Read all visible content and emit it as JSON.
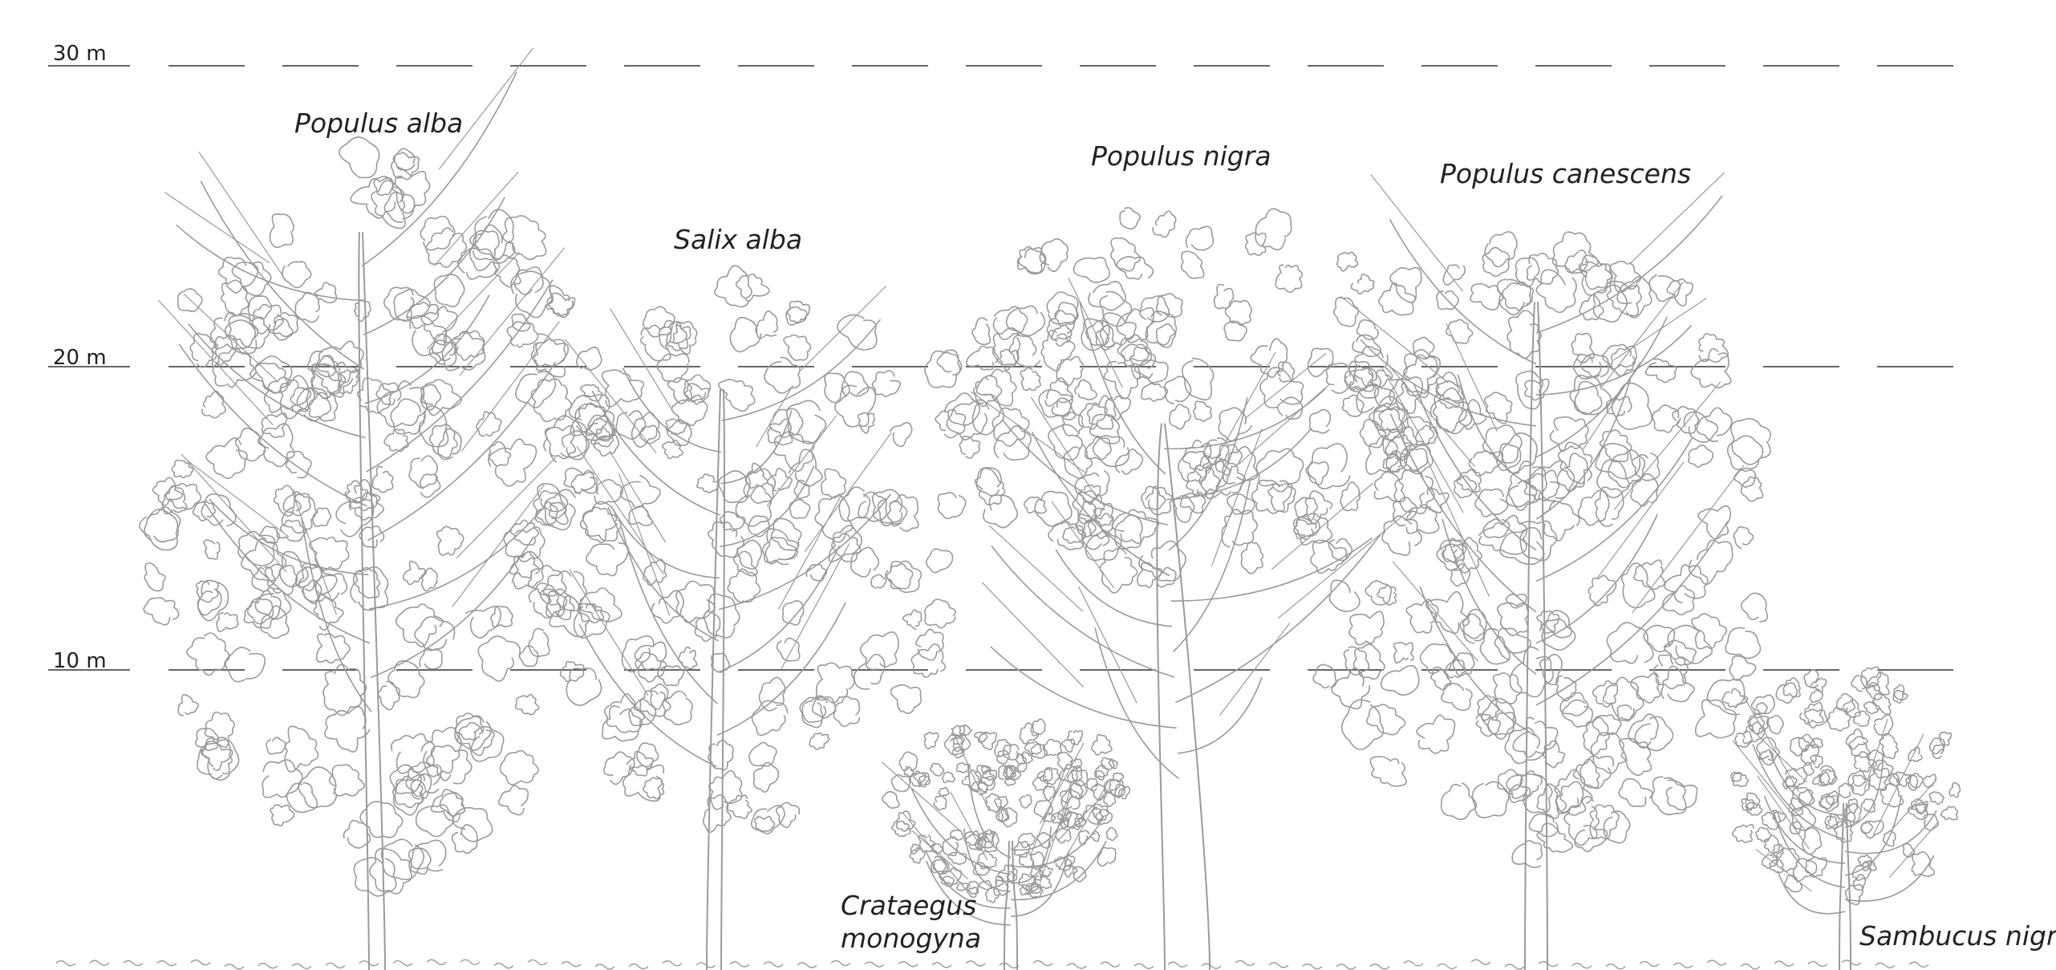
{
  "scale": {
    "unit_labels": [
      "30 m",
      "20 m",
      "10 m"
    ],
    "heights_m": [
      30,
      20,
      10
    ]
  },
  "trees": [
    {
      "name": "Populus alba",
      "height_m": 27
    },
    {
      "name": "Salix alba",
      "height_m": 22.5
    },
    {
      "name": "Populus nigra",
      "height_m": 25
    },
    {
      "name": "Populus canescens",
      "height_m": 25
    },
    {
      "name": "Crataegus monogyna",
      "lines": [
        "Crataegus",
        "monogyna"
      ],
      "height_m": 8.5
    },
    {
      "name": "Sambucus nigra",
      "height_m": 10
    }
  ],
  "colors": {
    "tree_stroke": "#9a9a9a",
    "scale_line": "#333333",
    "text": "#222222"
  }
}
